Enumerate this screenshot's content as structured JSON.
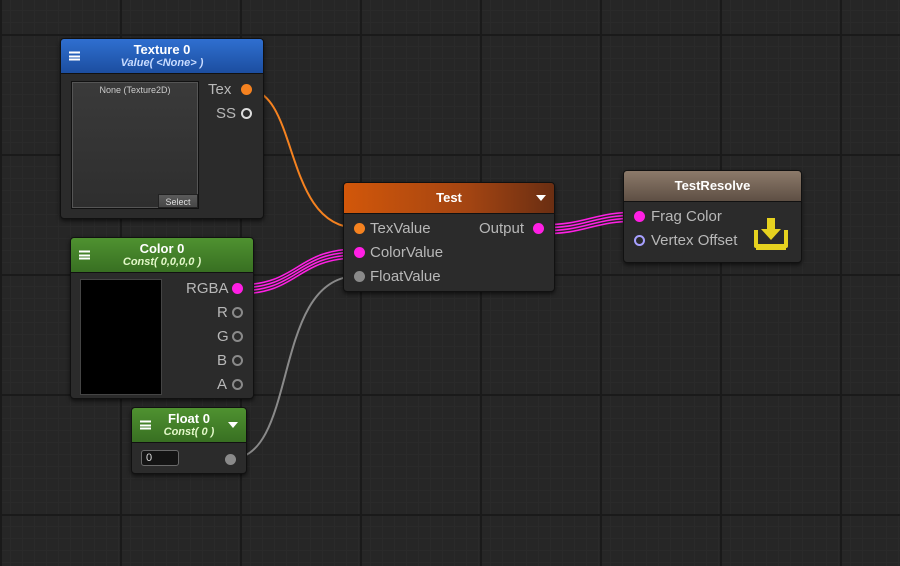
{
  "nodes": {
    "texture": {
      "title": "Texture 0",
      "subtitle": "Value( <None> )",
      "preview_label": "None (Texture2D)",
      "select_label": "Select",
      "outputs": [
        {
          "label": "Tex"
        },
        {
          "label": "SS"
        }
      ]
    },
    "color": {
      "title": "Color 0",
      "subtitle": "Const( 0,0,0,0 )",
      "outputs": [
        {
          "label": "RGBA"
        },
        {
          "label": "R"
        },
        {
          "label": "G"
        },
        {
          "label": "B"
        },
        {
          "label": "A"
        }
      ]
    },
    "float": {
      "title": "Float 0",
      "subtitle": "Const( 0 )",
      "value": "0"
    },
    "test": {
      "title": "Test",
      "inputs": [
        {
          "label": "TexValue"
        },
        {
          "label": "ColorValue"
        },
        {
          "label": "FloatValue"
        }
      ],
      "output": "Output"
    },
    "resolve": {
      "title": "TestResolve",
      "inputs": [
        {
          "label": "Frag Color"
        },
        {
          "label": "Vertex Offset"
        }
      ]
    }
  },
  "colors": {
    "texture_port": "#f58220",
    "color_port": "#ff1fe4",
    "float_port": "#8a8a8a",
    "resolve_icon": "#e6d21f"
  },
  "icons": {
    "menu": "hamburger-icon",
    "dropdown": "triangle-down-icon",
    "resolve": "download-tray-icon"
  }
}
